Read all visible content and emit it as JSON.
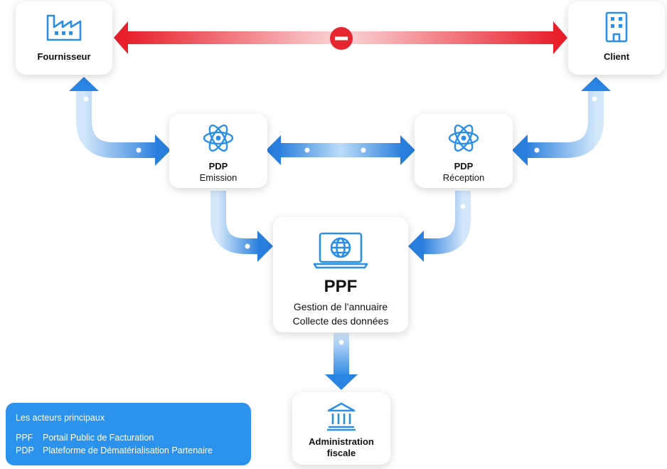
{
  "nodes": {
    "fournisseur": {
      "title": "Fournisseur",
      "icon": "factory-icon"
    },
    "client": {
      "title": "Client",
      "icon": "building-icon"
    },
    "pdp_emission": {
      "title": "PDP",
      "subtitle": "Emission",
      "icon": "atom-icon"
    },
    "pdp_reception": {
      "title": "PDP",
      "subtitle": "Réception",
      "icon": "atom-icon"
    },
    "ppf": {
      "title": "PPF",
      "line1": "Gestion de l’annuaire",
      "line2": "Collecte des données",
      "icon": "laptop-globe-icon"
    },
    "administration": {
      "title_line1": "Administration",
      "title_line2": "fiscale",
      "icon": "bank-icon"
    }
  },
  "blocked_link": {
    "icon": "no-entry-icon"
  },
  "legend": {
    "title": "Les acteurs principaux",
    "items": [
      {
        "abbr": "PPF",
        "text": "Portail Public de Facturation"
      },
      {
        "abbr": "PDP",
        "text": "Plateforme de Dématérialisation Partenaire"
      }
    ]
  },
  "colors": {
    "accent": "#2b93ee",
    "blocked": "#e52630",
    "icon": "#2b8fe8"
  }
}
